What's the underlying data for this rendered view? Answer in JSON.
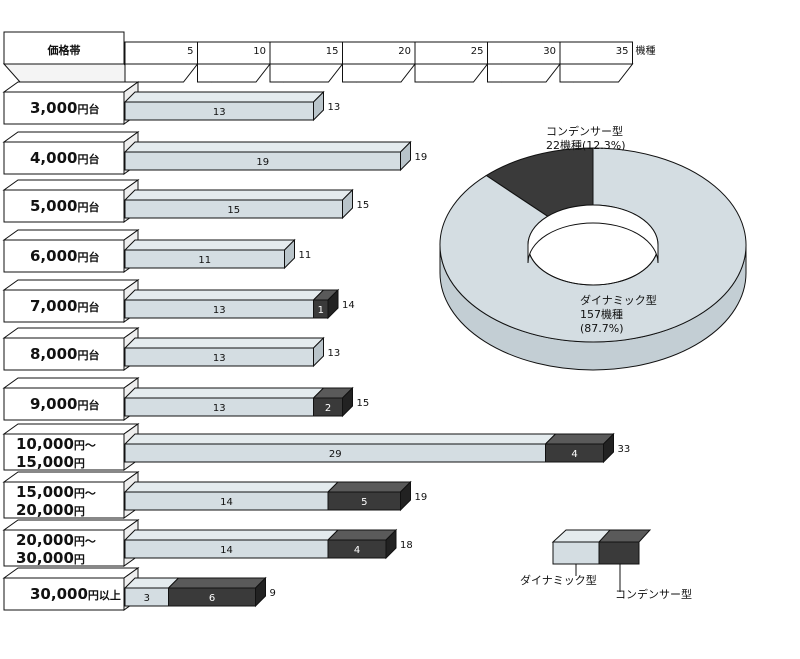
{
  "chart_data": {
    "type": "bar",
    "stacked": true,
    "orientation": "horizontal",
    "axis_header": "価格帯",
    "axis_unit": "機種",
    "x_ticks": [
      5,
      10,
      15,
      20,
      25,
      30,
      35
    ],
    "xlim": [
      0,
      35
    ],
    "categories": [
      {
        "main": "3,000",
        "unit": "円台",
        "line2": ""
      },
      {
        "main": "4,000",
        "unit": "円台",
        "line2": ""
      },
      {
        "main": "5,000",
        "unit": "円台",
        "line2": ""
      },
      {
        "main": "6,000",
        "unit": "円台",
        "line2": ""
      },
      {
        "main": "7,000",
        "unit": "円台",
        "line2": ""
      },
      {
        "main": "8,000",
        "unit": "円台",
        "line2": ""
      },
      {
        "main": "9,000",
        "unit": "円台",
        "line2": ""
      },
      {
        "main": "10,000",
        "unit": "円～",
        "line2": "15,000",
        "unit2": "円"
      },
      {
        "main": "15,000",
        "unit": "円～",
        "line2": "20,000",
        "unit2": "円"
      },
      {
        "main": "20,000",
        "unit": "円～",
        "line2": "30,000",
        "unit2": "円"
      },
      {
        "main": "30,000",
        "unit": "円以上",
        "line2": ""
      }
    ],
    "series": [
      {
        "name": "ダイナミック型",
        "color": "#d4dde2",
        "values": [
          13,
          19,
          15,
          11,
          13,
          13,
          13,
          29,
          14,
          14,
          3
        ]
      },
      {
        "name": "コンデンサー型",
        "color": "#3a3a3a",
        "values": [
          0,
          0,
          0,
          0,
          1,
          0,
          2,
          4,
          5,
          4,
          6
        ]
      }
    ],
    "totals": [
      13,
      19,
      15,
      11,
      14,
      13,
      15,
      33,
      19,
      18,
      9
    ],
    "legend": {
      "placement": "bottom-right",
      "labels": [
        "ダイナミック型",
        "コンデンサー型"
      ]
    },
    "donut": {
      "type": "pie",
      "slices": [
        {
          "name": "コンデンサー型",
          "count_label": "22機種",
          "pct_label": "(12.3%)",
          "value": 22,
          "percent": 12.3,
          "color": "#3a3a3a"
        },
        {
          "name": "ダイナミック型",
          "count_label": "157機種",
          "pct_label": "(87.7%)",
          "value": 157,
          "percent": 87.7,
          "color": "#d4dde2"
        }
      ]
    }
  }
}
